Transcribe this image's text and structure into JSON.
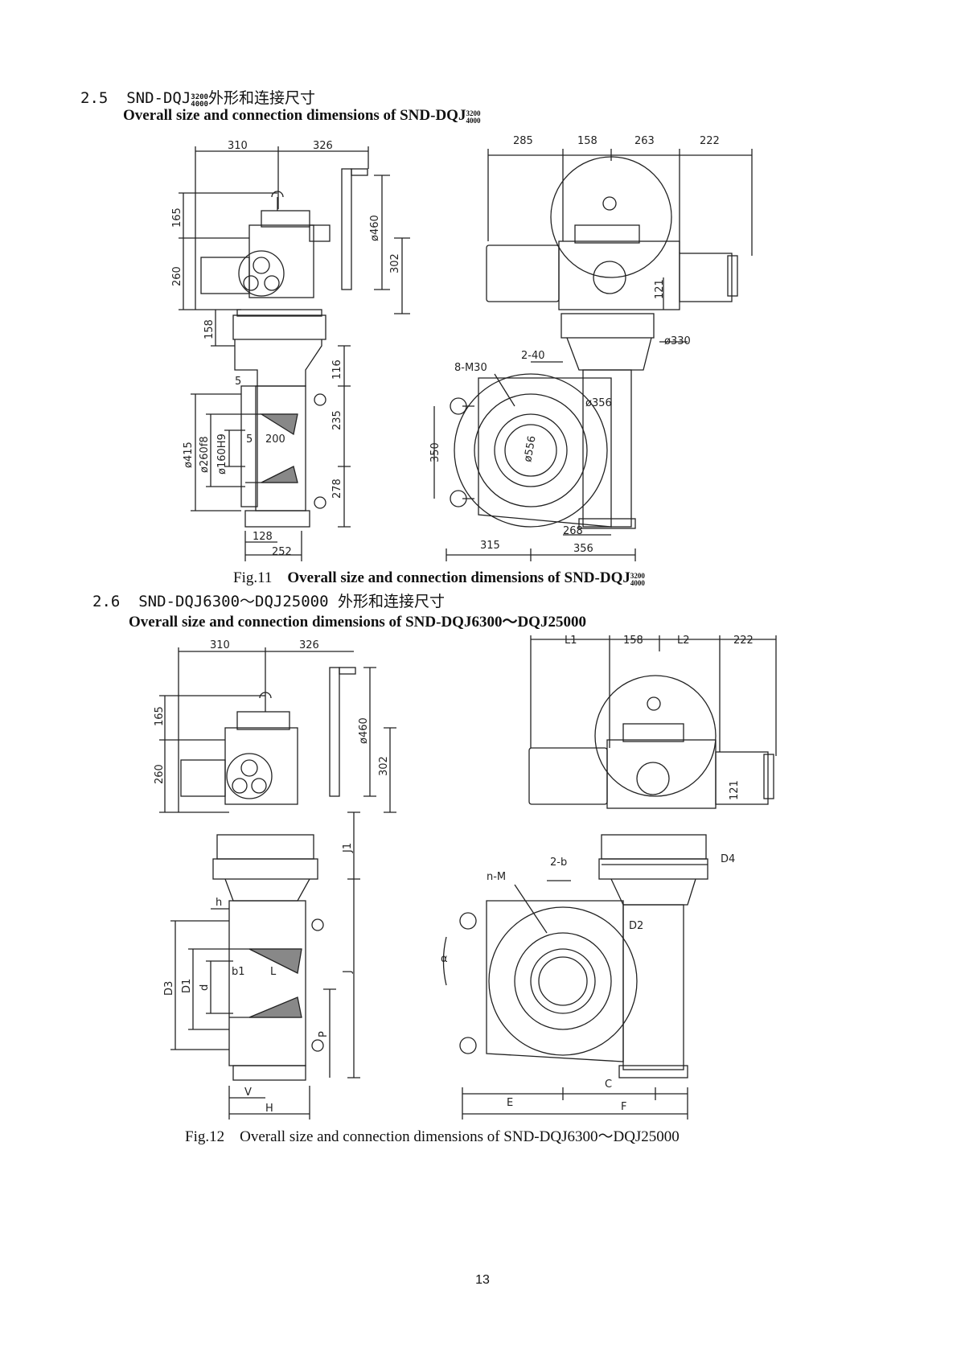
{
  "section25": {
    "number": "2.5",
    "title_prefix": "SND-DQJ",
    "sup": "3200",
    "sub": "4000",
    "title_cn": "外形和连接尺寸",
    "subtitle_prefix": "Overall size and connection dimensions of SND-DQJ"
  },
  "fig11": {
    "label": "Fig.11",
    "text": "Overall size and connection dimensions of SND-DQJ",
    "sup": "3200",
    "sub": "4000",
    "dims": {
      "d310": "310",
      "d326": "326",
      "d165": "165",
      "d260": "260",
      "d158v": "158",
      "d460": "ø460",
      "d302": "302",
      "d116": "116",
      "d235": "235",
      "d278": "278",
      "d5": "5",
      "d5b": "5",
      "d200": "200",
      "d415": "ø415",
      "d260f8": "ø260f8",
      "d160H9": "ø160H9",
      "d128": "128",
      "d252": "252",
      "d285": "285",
      "d158h": "158",
      "d263": "263",
      "d222": "222",
      "d121": "121",
      "d330": "ø330",
      "d2_40": "2-40",
      "d8M30": "8-M30",
      "d356c": "ø356",
      "d556": "ø556",
      "d350": "350",
      "d268": "268",
      "d315": "315",
      "d356": "356"
    }
  },
  "section26": {
    "number": "2.6",
    "title": "SND-DQJ6300～DQJ25000",
    "title_cn": "外形和连接尺寸",
    "subtitle": "Overall size and connection dimensions of SND-DQJ6300～DQJ25000"
  },
  "fig12": {
    "label": "Fig.12",
    "text": "Overall size and connection dimensions of SND-DQJ6300～DQJ25000",
    "dims": {
      "d310": "310",
      "d326": "326",
      "d165": "165",
      "d260": "260",
      "d460": "ø460",
      "d302": "302",
      "J1": "J1",
      "J": "J",
      "h": "h",
      "b1": "b1",
      "L": "L",
      "D3": "D3",
      "D1": "D1",
      "d": "d",
      "P": "P",
      "V": "V",
      "H": "H",
      "L1": "L1",
      "d158": "158",
      "L2": "L2",
      "d222": "222",
      "d121": "121",
      "D4": "D4",
      "b2": "2-b",
      "nM": "n-M",
      "D2": "D2",
      "alpha": "α",
      "C": "C",
      "E": "E",
      "F": "F"
    }
  },
  "page_number": "13"
}
